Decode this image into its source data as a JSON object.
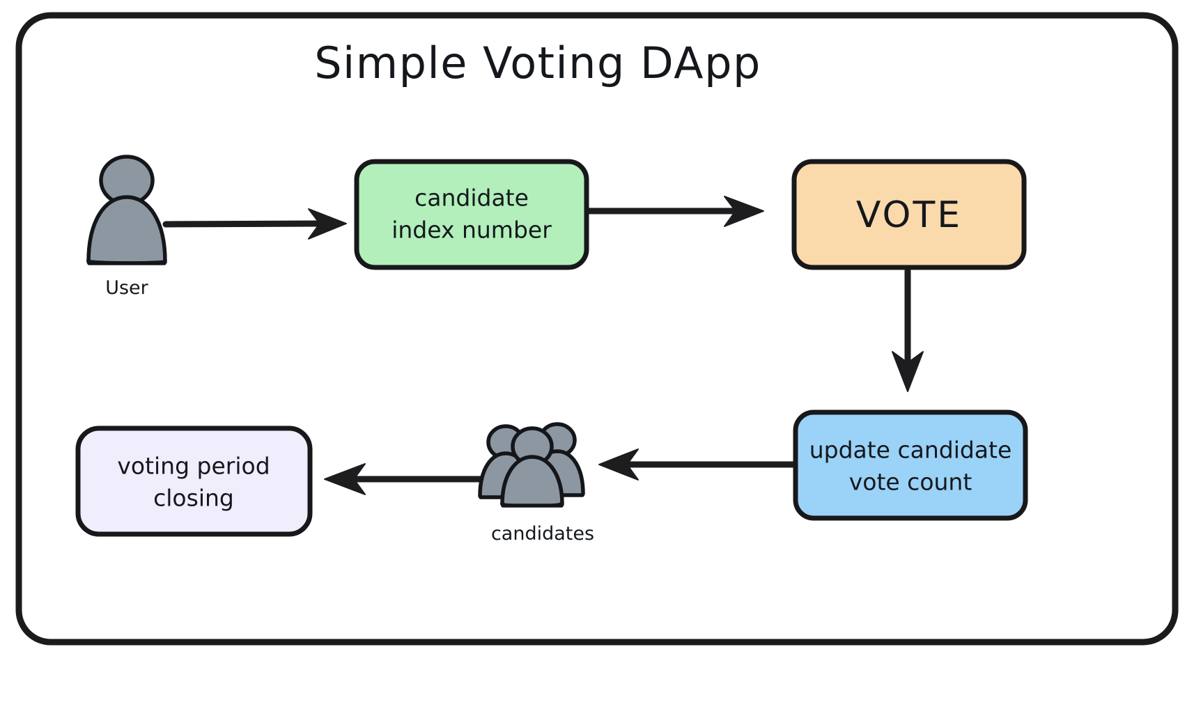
{
  "diagram": {
    "title": "Simple Voting DApp",
    "frame": {
      "name": "outer-frame",
      "stroke": "#1b1b1e",
      "fill": "#ffffff"
    },
    "nodes": [
      {
        "id": "user",
        "type": "actor-icon",
        "icon": "single-user-icon",
        "label": "User",
        "fill": "#8d97a2",
        "stroke": "#15161a"
      },
      {
        "id": "candidate-index",
        "type": "process-box",
        "lines": [
          "candidate",
          "index number"
        ],
        "fill": "#b2efbb",
        "stroke": "#18181b"
      },
      {
        "id": "vote",
        "type": "process-box",
        "lines": [
          "VOTE"
        ],
        "fill": "#fad9ab",
        "stroke": "#18181b"
      },
      {
        "id": "update-count",
        "type": "process-box",
        "lines": [
          "update candidate",
          "vote count"
        ],
        "fill": "#9bd2f7",
        "stroke": "#18181b"
      },
      {
        "id": "candidates",
        "type": "actor-icon",
        "icon": "group-users-icon",
        "label": "candidates",
        "fill": "#8d97a2",
        "stroke": "#15161a"
      },
      {
        "id": "voting-period-closing",
        "type": "process-box",
        "lines": [
          "voting period",
          "closing"
        ],
        "fill": "#f0edfc",
        "stroke": "#18181b"
      }
    ],
    "edges": [
      {
        "id": "e1",
        "from": "user",
        "to": "candidate-index",
        "direction": "right",
        "label": ""
      },
      {
        "id": "e2",
        "from": "candidate-index",
        "to": "vote",
        "direction": "right",
        "label": ""
      },
      {
        "id": "e3",
        "from": "vote",
        "to": "update-count",
        "direction": "down",
        "label": ""
      },
      {
        "id": "e4",
        "from": "update-count",
        "to": "candidates",
        "direction": "left",
        "label": ""
      },
      {
        "id": "e5",
        "from": "candidates",
        "to": "voting-period-closing",
        "direction": "left",
        "label": ""
      }
    ],
    "colors": {
      "green": "#b2efbb",
      "orange": "#fad9ab",
      "blue": "#9bd2f7",
      "lavender": "#f0edfc",
      "person_gray": "#8d97a2",
      "ink": "#1b1b1e",
      "background": "#ffffff"
    }
  }
}
